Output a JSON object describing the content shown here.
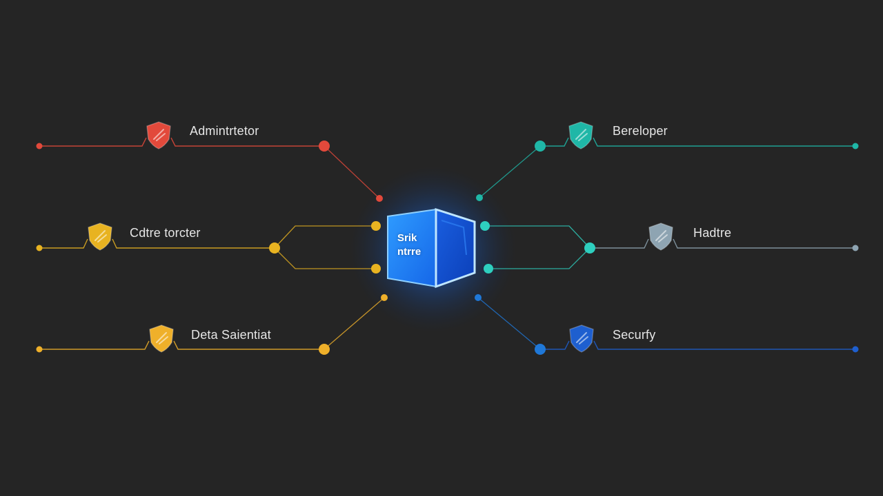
{
  "hub": {
    "line1": "Srik",
    "line2": "ntrre",
    "color": "#1e7cf0"
  },
  "roles": [
    {
      "id": "administrator",
      "label": "Admintrtetor",
      "color": "#e2493b",
      "side": "left",
      "row": 0
    },
    {
      "id": "data-center",
      "label": "Cdtre torcter",
      "color": "#e8b321",
      "side": "left",
      "row": 1
    },
    {
      "id": "data-scientist",
      "label": "Deta Saientiat",
      "color": "#efb02a",
      "side": "left",
      "row": 2
    },
    {
      "id": "developer",
      "label": "Bereloper",
      "color": "#1fb7a7",
      "side": "right",
      "row": 0
    },
    {
      "id": "hadtre",
      "label": "Hadtre",
      "color": "#8ea4b2",
      "side": "right",
      "row": 1
    },
    {
      "id": "security",
      "label": "Securfy",
      "color": "#1e5fcf",
      "side": "right",
      "row": 2
    }
  ],
  "node_colors": {
    "right_mid": "#2ecfbf",
    "right_low": "#1f78d8"
  },
  "background": "#252525"
}
